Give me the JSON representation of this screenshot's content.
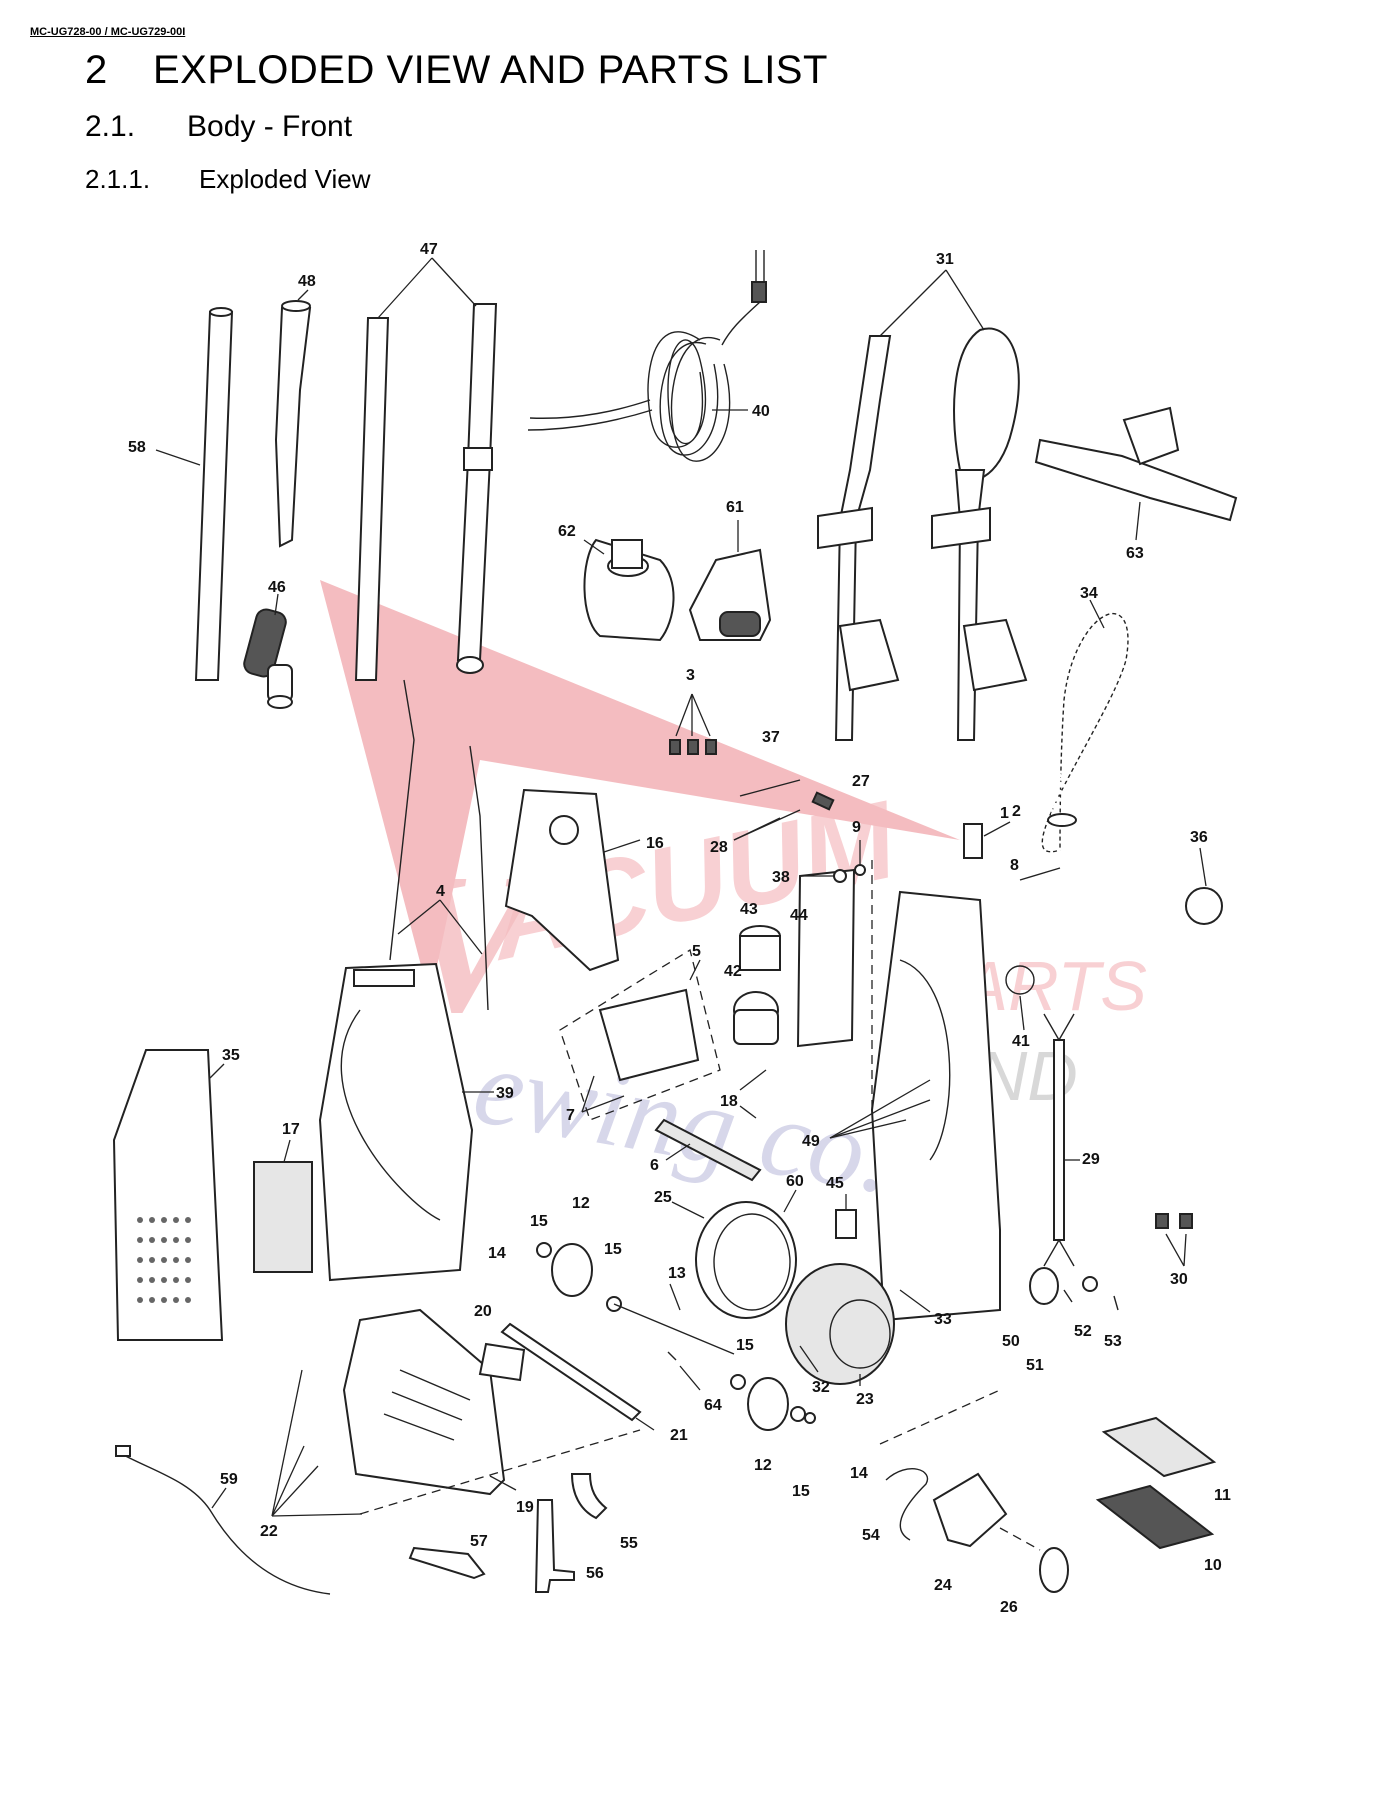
{
  "document": {
    "model_header": "MC-UG728-00 / MC-UG729-00I",
    "section": {
      "number": "2",
      "title": "EXPLODED VIEW AND PARTS LIST"
    },
    "subsection": {
      "number": "2.1.",
      "title": "Body - Front"
    },
    "subsubsection": {
      "number": "2.1.1.",
      "title": "Exploded View"
    }
  },
  "diagram": {
    "watermark_text": "Vacuum Parts and Sewing Co.",
    "colors": {
      "line": "#222222",
      "watermark_red": "#e0404a",
      "watermark_blue": "#5a5aa8"
    },
    "callouts": [
      "1",
      "2",
      "3",
      "4",
      "5",
      "6",
      "7",
      "8",
      "9",
      "10",
      "11",
      "12",
      "12",
      "13",
      "14",
      "14",
      "15",
      "15",
      "15",
      "15",
      "16",
      "17",
      "18",
      "19",
      "20",
      "21",
      "22",
      "23",
      "24",
      "25",
      "26",
      "27",
      "28",
      "29",
      "30",
      "31",
      "32",
      "33",
      "34",
      "35",
      "36",
      "37",
      "38",
      "39",
      "40",
      "41",
      "42",
      "43",
      "44",
      "45",
      "46",
      "47",
      "48",
      "49",
      "50",
      "51",
      "52",
      "53",
      "54",
      "55",
      "56",
      "57",
      "58",
      "59",
      "60",
      "61",
      "62",
      "63",
      "64"
    ]
  }
}
